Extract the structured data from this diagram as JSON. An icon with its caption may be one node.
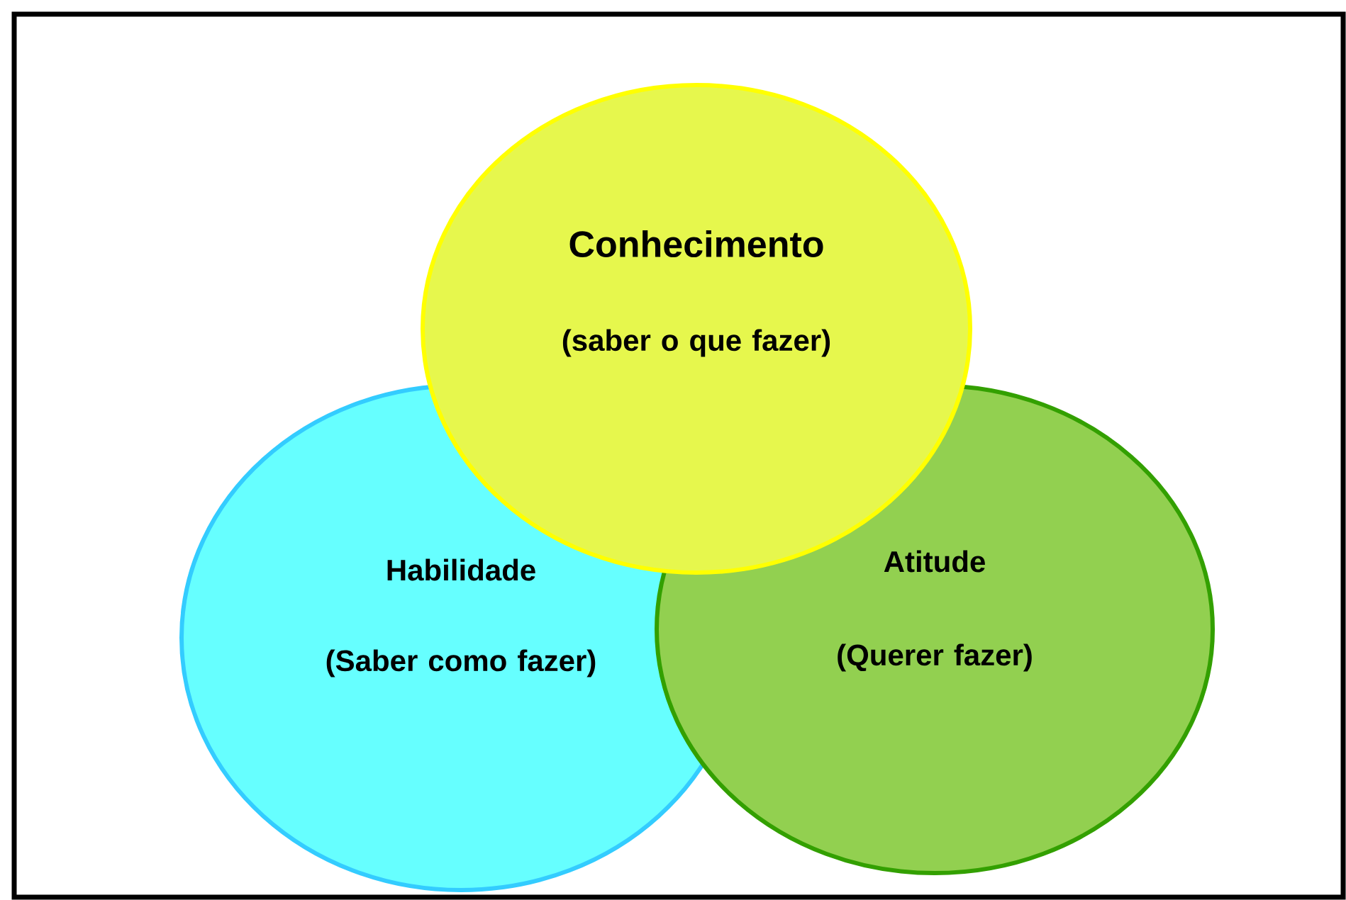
{
  "diagram": {
    "nodes": [
      {
        "text": [
          "Conhecimento",
          "(saber o que fazer)"
        ]
      },
      {
        "text": [
          "Habilidade",
          "(Saber como fazer)"
        ]
      },
      {
        "text": [
          "Atitude",
          "(Querer fazer)"
        ]
      }
    ]
  }
}
